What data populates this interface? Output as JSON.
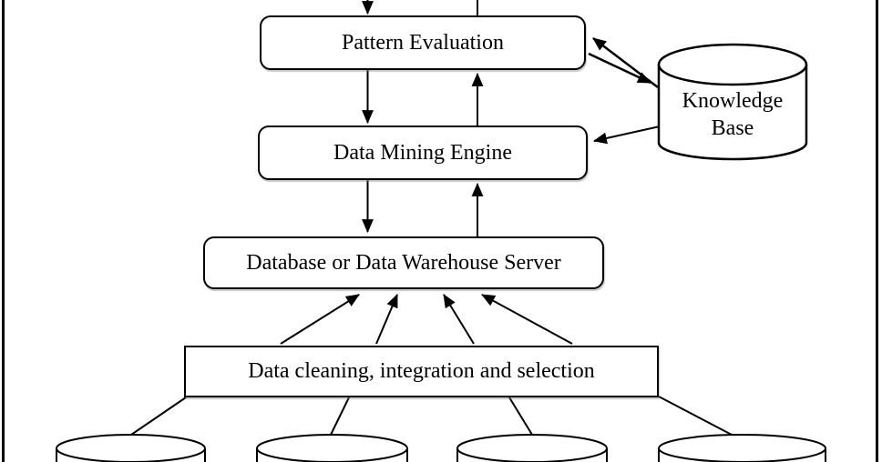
{
  "diagram": {
    "colors": {
      "line": "#000000",
      "background": "#ffffff",
      "node_fill": "#ffffff"
    },
    "nodes": {
      "pattern_evaluation": {
        "label": "Pattern Evaluation"
      },
      "data_mining_engine": {
        "label": "Data Mining Engine"
      },
      "database_server": {
        "label": "Database or Data Warehouse Server"
      },
      "data_cleaning": {
        "label": "Data cleaning, integration and selection"
      },
      "knowledge_base": {
        "line1": "Knowledge",
        "line2": "Base"
      }
    }
  }
}
